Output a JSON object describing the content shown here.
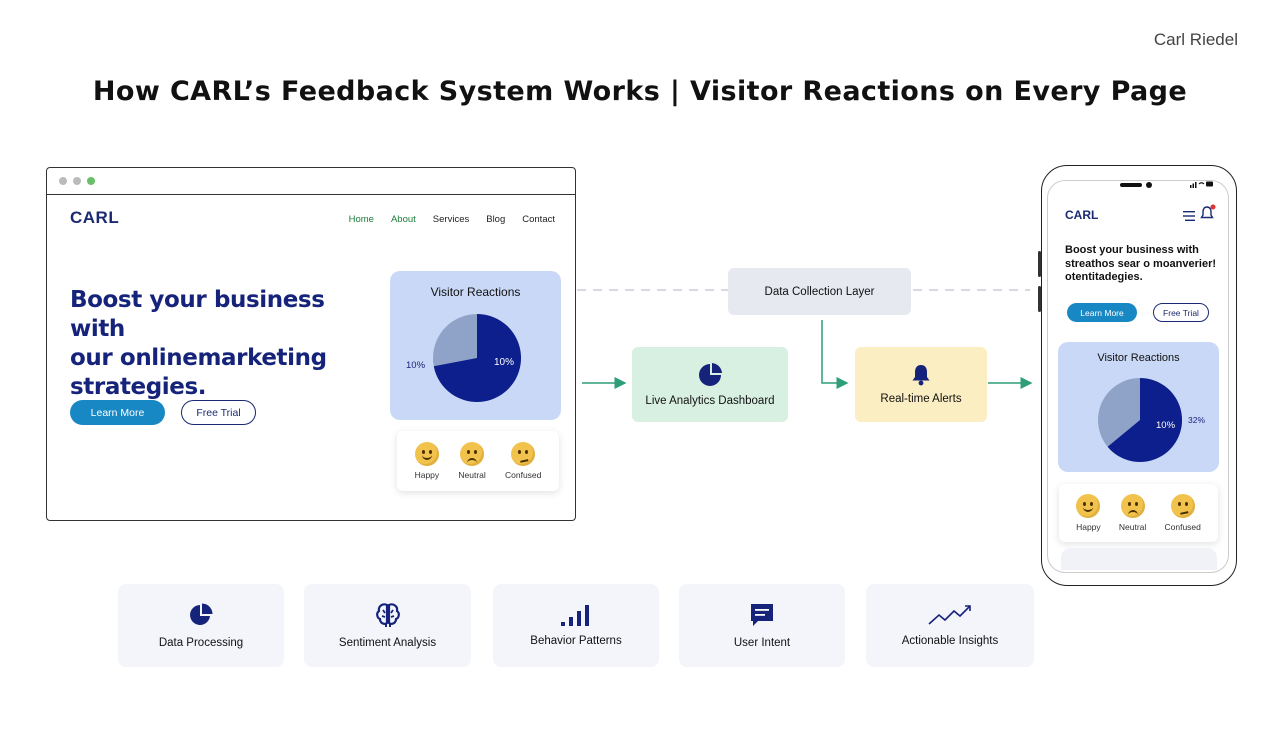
{
  "author": "Carl Riedel",
  "title": "How CARL’s Feedback System Works | Visitor Reactions on Every Page",
  "browser": {
    "logo": "CARL",
    "nav": [
      {
        "label": "Home",
        "active": true
      },
      {
        "label": "About",
        "active": true
      },
      {
        "label": "Services",
        "active": false
      },
      {
        "label": "Blog",
        "active": false
      },
      {
        "label": "Contact",
        "active": false
      }
    ],
    "hero_line1": "Boost your business with",
    "hero_line2": "our onlinemarketing",
    "hero_line3": "strategies.",
    "learn_more": "Learn More",
    "free_trial": "Free Trial",
    "panel_title": "Visitor Reactions",
    "pie_label_left": "10%",
    "pie_label_inner": "10%",
    "pie_dark_fraction": 0.72,
    "reactions": [
      "Happy",
      "Neutral",
      "Confused"
    ]
  },
  "flow": {
    "collection": "Data Collection Layer",
    "dashboard": "Live Analytics Dashboard",
    "alerts": "Real-time Alerts"
  },
  "phone": {
    "logo": "CARL",
    "hero_line1": "Boost your business with",
    "hero_line2": "streathos sear o moanverier!",
    "hero_line3": "otentitadegies.",
    "learn_more": "Learn More",
    "free_trial": "Free Trial",
    "panel_title": "Visitor Reactions",
    "pie_label_inner": "10%",
    "pie_label_right": "32%",
    "pie_dark_fraction": 0.64,
    "reactions": [
      "Happy",
      "Neutral",
      "Confused"
    ]
  },
  "features": [
    {
      "label": "Data Processing",
      "icon": "pie-chart-icon"
    },
    {
      "label": "Sentiment Analysis",
      "icon": "brain-icon"
    },
    {
      "label": "Behavior Patterns",
      "icon": "bar-signal-icon"
    },
    {
      "label": "User Intent",
      "icon": "chat-icon"
    },
    {
      "label": "Actionable Insights",
      "icon": "trend-line-icon"
    }
  ],
  "colors": {
    "navy": "#16237a",
    "accent_blue": "#1888c4",
    "panel_blue": "#c9d8f6",
    "pie_light": "#8fa3c8",
    "pie_dark": "#0d1f8c",
    "arrow_green": "#2e9e77"
  }
}
